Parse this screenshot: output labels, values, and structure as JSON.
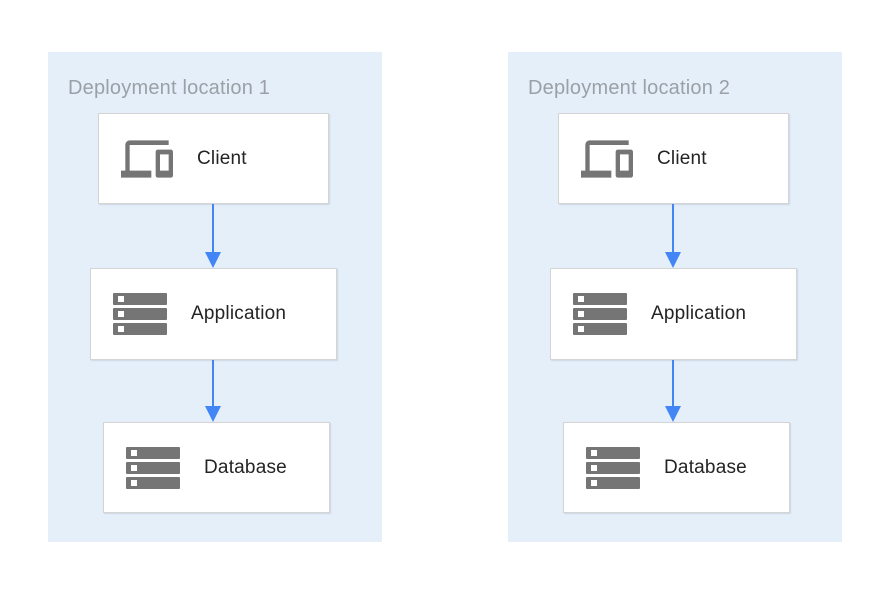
{
  "diagram": {
    "panels": [
      {
        "title": "Deployment location 1",
        "nodes": [
          {
            "label": "Client",
            "icon": "devices-icon"
          },
          {
            "label": "Application",
            "icon": "server-stack-icon"
          },
          {
            "label": "Database",
            "icon": "server-stack-icon"
          }
        ],
        "edges": [
          {
            "from": "Client",
            "to": "Application"
          },
          {
            "from": "Application",
            "to": "Database"
          }
        ]
      },
      {
        "title": "Deployment location 2",
        "nodes": [
          {
            "label": "Client",
            "icon": "devices-icon"
          },
          {
            "label": "Application",
            "icon": "server-stack-icon"
          },
          {
            "label": "Database",
            "icon": "server-stack-icon"
          }
        ],
        "edges": [
          {
            "from": "Client",
            "to": "Application"
          },
          {
            "from": "Application",
            "to": "Database"
          }
        ]
      }
    ],
    "colors": {
      "panel_background": "#e5effa",
      "arrow_blue": "#4285f4",
      "icon_gray": "#757575",
      "title_gray": "#9aa0a6",
      "label_text": "#242424",
      "box_border": "#d4d4d4",
      "box_background": "#ffffff"
    }
  }
}
